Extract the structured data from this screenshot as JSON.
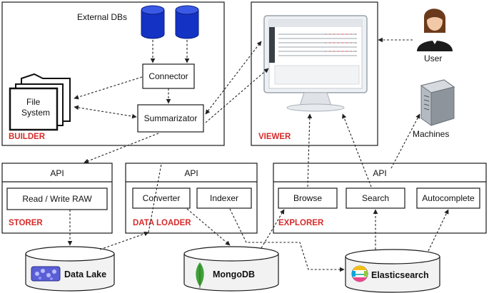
{
  "builder": {
    "section_label": "BUILDER",
    "external_dbs_label": "External DBs",
    "connector_label": "Connector",
    "file_system_label_line1": "File",
    "file_system_label_line2": "System",
    "summarizator_label": "Summarizator",
    "db_color": "#1433c4"
  },
  "viewer": {
    "section_label": "VIEWER",
    "user_label": "User",
    "machines_label": "Machines"
  },
  "storer": {
    "section_label": "STORER",
    "api_label": "API",
    "read_write_label": "Read / Write RAW"
  },
  "data_loader": {
    "section_label": "DATA LOADER",
    "api_label": "API",
    "converter_label": "Converter",
    "indexer_label": "Indexer"
  },
  "explorer": {
    "section_label": "EXPLORER",
    "api_label": "API",
    "browse_label": "Browse",
    "search_label": "Search",
    "autocomplete_label": "Autocomplete"
  },
  "datastores": {
    "data_lake_label": "Data Lake",
    "mongodb_label": "MongoDB",
    "elasticsearch_label": "Elasticsearch"
  },
  "colors": {
    "section_label": "#d62b2b",
    "mongodb_leaf": "#3fa037"
  }
}
